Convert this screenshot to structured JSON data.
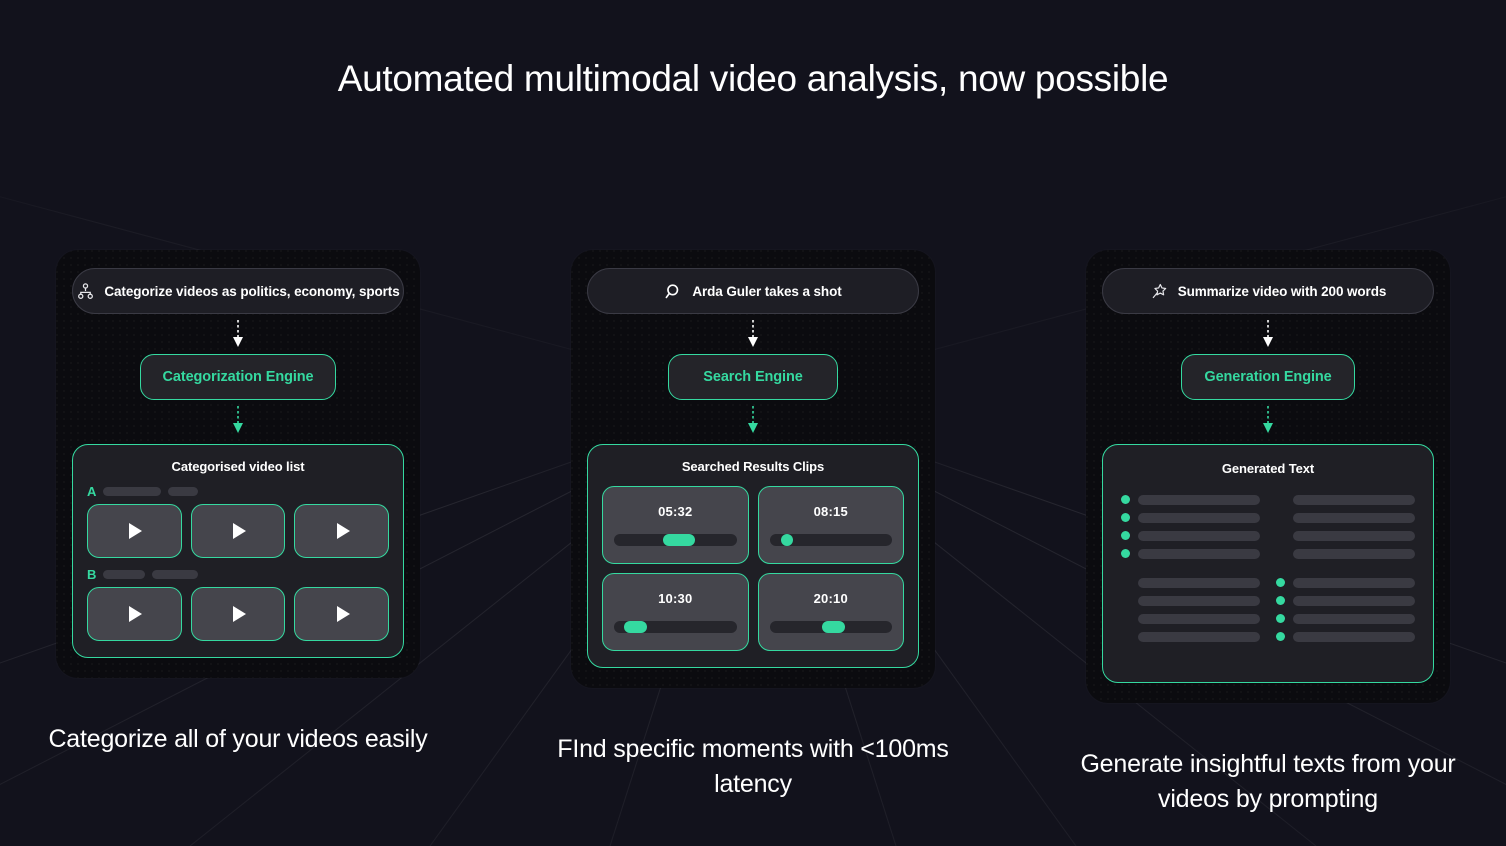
{
  "page": {
    "title": "Automated multimodal video analysis, now possible",
    "background_color": "#12121c",
    "accent_color": "#35d9a0",
    "card_color": "#0b0b0f"
  },
  "columns": [
    {
      "prompt": {
        "icon": "hierarchy-icon",
        "text": "Categorize videos as politics, economy, sports"
      },
      "engine": {
        "label": "Categorization Engine"
      },
      "panel": {
        "title": "Categorised video list",
        "groups": [
          {
            "letter": "A",
            "ghost_bars": [
              58,
              30
            ],
            "videos": [
              {
                "icon": "play-icon"
              },
              {
                "icon": "play-icon"
              },
              {
                "icon": "play-icon"
              }
            ]
          },
          {
            "letter": "B",
            "ghost_bars": [
              42,
              46
            ],
            "videos": [
              {
                "icon": "play-icon"
              },
              {
                "icon": "play-icon"
              },
              {
                "icon": "play-icon"
              }
            ]
          }
        ]
      },
      "caption": "Categorize all of your videos easily"
    },
    {
      "prompt": {
        "icon": "search-icon",
        "text": "Arda Guler takes a shot"
      },
      "engine": {
        "label": "Search Engine"
      },
      "panel": {
        "title": "Searched Results Clips",
        "clips": [
          {
            "time": "05:32",
            "marker_left_pct": 40,
            "marker_width_pct": 26
          },
          {
            "time": "08:15",
            "marker_left_pct": 9,
            "marker_width_pct": 10
          },
          {
            "time": "10:30",
            "marker_left_pct": 8,
            "marker_width_pct": 19
          },
          {
            "time": "20:10",
            "marker_left_pct": 43,
            "marker_width_pct": 19
          }
        ]
      },
      "caption": "FInd specific moments with <100ms latency"
    },
    {
      "prompt": {
        "icon": "magic-wand-icon",
        "text": "Summarize video with 200 words"
      },
      "engine": {
        "label": "Generation Engine"
      },
      "panel": {
        "title": "Generated Text",
        "blocks": [
          {
            "bulleted": true,
            "lines": [
              88,
              100,
              88,
              90
            ]
          },
          {
            "bulleted": false,
            "lines": [
              96,
              100,
              96,
              96
            ]
          },
          {
            "bulleted": false,
            "lines": [
              96,
              100,
              96,
              100
            ]
          },
          {
            "bulleted": true,
            "lines": [
              88,
              96,
              88,
              92
            ]
          }
        ]
      },
      "caption": "Generate insightful texts from your videos by prompting"
    }
  ]
}
